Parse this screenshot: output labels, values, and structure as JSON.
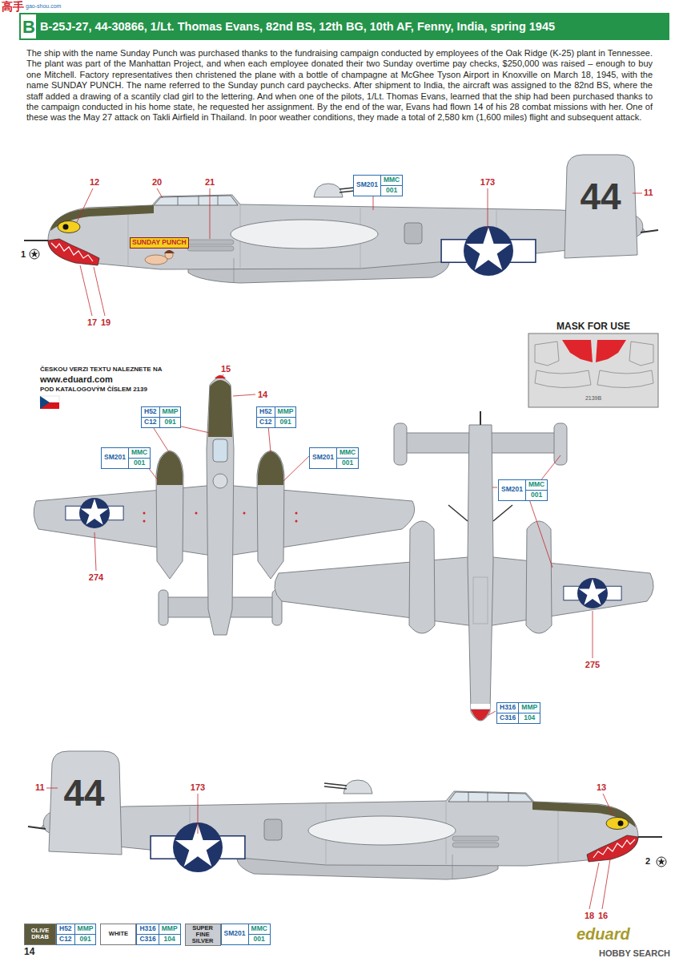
{
  "diagram": {
    "title": "B-25J-27, 44-30866, 1/Lt. Thomas Evans, 82nd BS, 12th BG, 10th AF, Fenny, India, spring 1945",
    "caption": "The ship with the name Sunday Punch was purchased thanks to the fundraising campaign conducted by employees of the Oak Ridge (K-25) plant in Tennessee. The plant was part of the Manhattan Project, and when each employee donated their two Sunday overtime pay checks, $250,000 was raised – enough to buy one Mitchell. Factory representatives then christened the plane with a bottle of champagne at McGhee Tyson Airport in Knoxville on March 18, 1945, with the name SUNDAY PUNCH. The name referred to the Sunday punch card paychecks. After shipment to India, the aircraft was assigned to the 82nd BS, where the staff added a drawing of a scantily clad girl to the lettering. And when one of the pilots, 1/Lt. Thomas Evans, learned that the ship had been purchased thanks to the campaign conducted in his home state, he requested her assignment. By the end of the war, Evans had flown 14 of his 28 combat missions with her. One of these was the May 27 attack on Takli Airfield in Thailand. In poor weather conditions, they made a total of 2,580 km (1,600 miles) flight and subsequent attack.",
    "nodes": [
      {
        "text": [
          "SM201",
          "MMC",
          "001"
        ]
      },
      {
        "text": [
          "H52",
          "MMP",
          "C12",
          "091"
        ]
      },
      {
        "text": [
          "H52",
          "MMP",
          "C12",
          "091"
        ]
      },
      {
        "text": [
          "SM201",
          "MMC",
          "001"
        ]
      },
      {
        "text": [
          "SM201",
          "MMC",
          "001"
        ]
      },
      {
        "text": [
          "SM201",
          "MMC",
          "001"
        ]
      },
      {
        "text": [
          "H316",
          "MMP",
          "C316",
          "104"
        ]
      },
      {
        "text": [
          "H52",
          "MMP",
          "C12",
          "091"
        ]
      },
      {
        "text": [
          "H316",
          "MMP",
          "C316",
          "104"
        ]
      },
      {
        "text": [
          "SM201",
          "MMC",
          "001"
        ]
      }
    ],
    "labels": [
      "B",
      "高手",
      "gao-shou.com",
      "12",
      "20",
      "21",
      "173",
      "11",
      "1",
      "17",
      "19",
      "SUNDAY PUNCH",
      "44",
      "MASK FOR USE",
      "2139B",
      "ČESKOU VERZI TEXTU NALEZNETE NA",
      "www.eduard.com",
      "POD KATALOGOVÝM ČÍSLEM 2139",
      "15",
      "14",
      "274",
      "275",
      "11",
      "173",
      "13",
      "2",
      "44",
      "18",
      "16",
      "14",
      "eduard",
      "HOBBY SEARCH"
    ],
    "legend": [
      {
        "text": "OLIVE DRAB",
        "color": "#5d5b3b"
      },
      {
        "text": "WHITE",
        "color": "#ffffff"
      },
      {
        "text": "SUPER FINE SILVER",
        "color": "#c9ccd0"
      }
    ]
  }
}
